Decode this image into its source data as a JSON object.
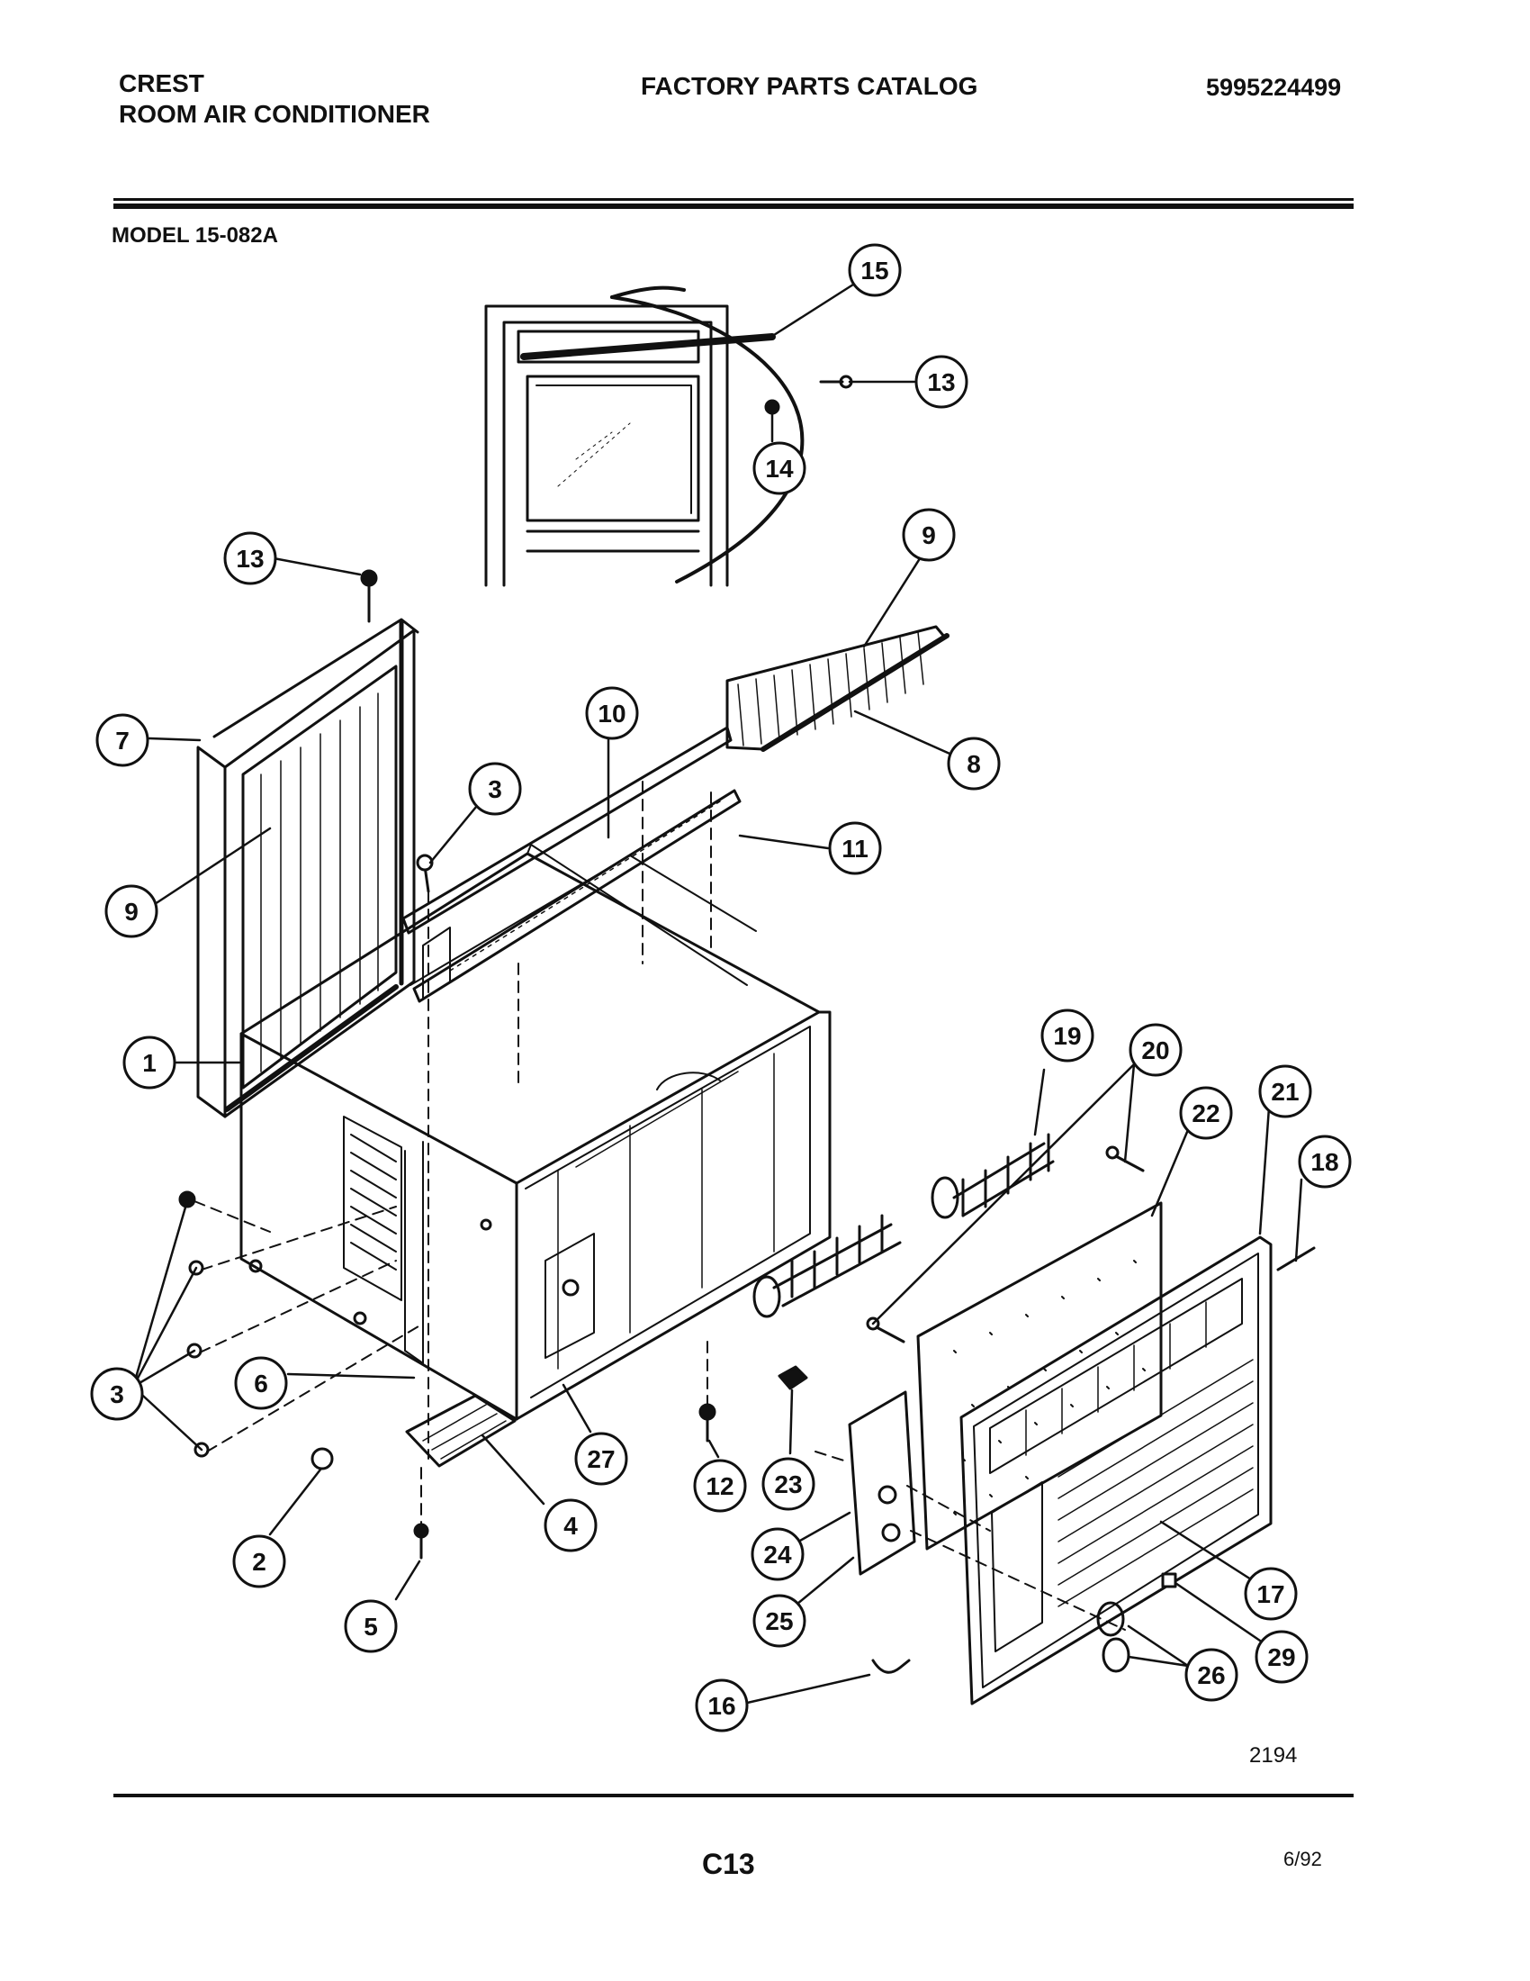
{
  "header": {
    "brand": "CREST",
    "product": "ROOM AIR CONDITIONER",
    "catalog_title": "FACTORY PARTS CATALOG",
    "part_number": "5995224499"
  },
  "model": "MODEL 15-082A",
  "callouts": [
    {
      "id": "c15",
      "label": "15"
    },
    {
      "id": "c13a",
      "label": "13"
    },
    {
      "id": "c14",
      "label": "14"
    },
    {
      "id": "c13b",
      "label": "13"
    },
    {
      "id": "c9a",
      "label": "9"
    },
    {
      "id": "c7",
      "label": "7"
    },
    {
      "id": "c10",
      "label": "10"
    },
    {
      "id": "c8",
      "label": "8"
    },
    {
      "id": "c3a",
      "label": "3"
    },
    {
      "id": "c11",
      "label": "11"
    },
    {
      "id": "c9b",
      "label": "9"
    },
    {
      "id": "c1",
      "label": "1"
    },
    {
      "id": "c19",
      "label": "19"
    },
    {
      "id": "c20",
      "label": "20"
    },
    {
      "id": "c21",
      "label": "21"
    },
    {
      "id": "c22",
      "label": "22"
    },
    {
      "id": "c18",
      "label": "18"
    },
    {
      "id": "c3b",
      "label": "3"
    },
    {
      "id": "c6",
      "label": "6"
    },
    {
      "id": "c27",
      "label": "27"
    },
    {
      "id": "c12",
      "label": "12"
    },
    {
      "id": "c23",
      "label": "23"
    },
    {
      "id": "c4",
      "label": "4"
    },
    {
      "id": "c2",
      "label": "2"
    },
    {
      "id": "c24",
      "label": "24"
    },
    {
      "id": "c17",
      "label": "17"
    },
    {
      "id": "c25",
      "label": "25"
    },
    {
      "id": "c29",
      "label": "29"
    },
    {
      "id": "c5",
      "label": "5"
    },
    {
      "id": "c26",
      "label": "26"
    },
    {
      "id": "c16",
      "label": "16"
    }
  ],
  "drawing_number": "2194",
  "footer": {
    "page": "C13",
    "date": "6/92"
  }
}
